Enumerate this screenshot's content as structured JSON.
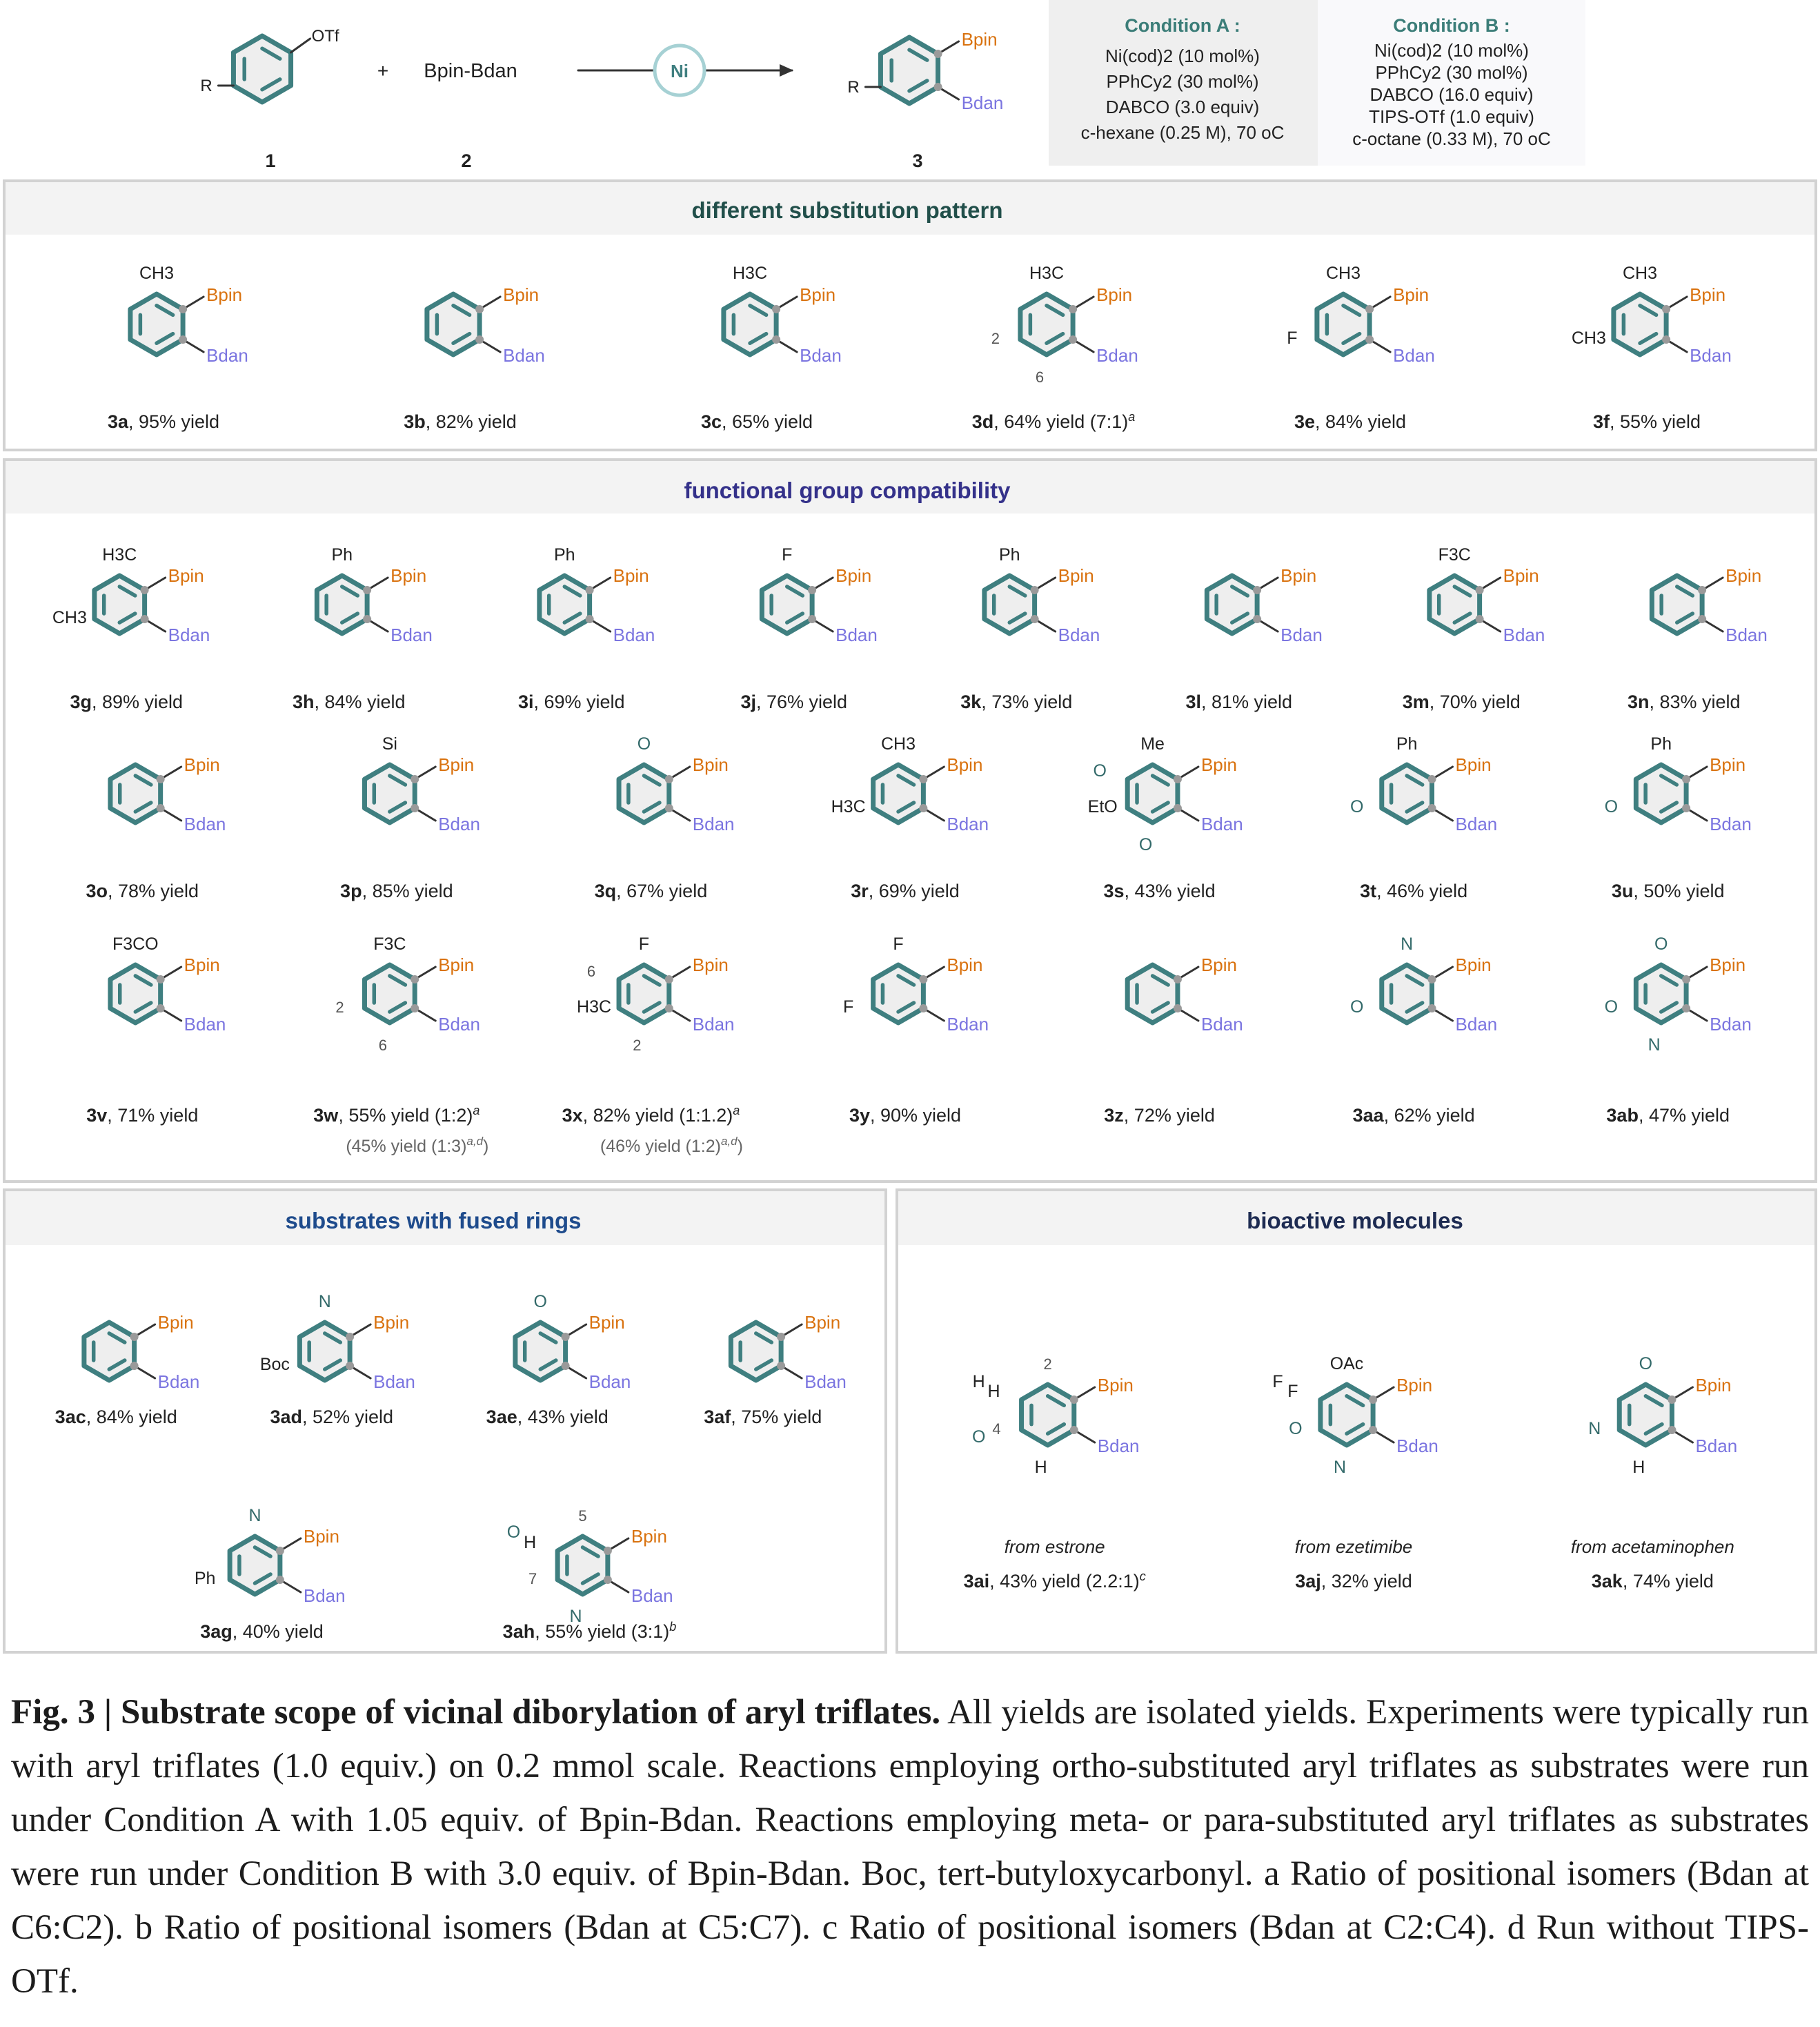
{
  "colors": {
    "ring": "#3f7f80",
    "bpin": "#d9720f",
    "bdan": "#7b75e0",
    "cond_a_title": "#3b7d78",
    "cond_b_title": "#3b7d78",
    "sec1_title": "#214f4a",
    "sec2_title": "#34318a",
    "sec3_title": "#1e4b8c",
    "sec4_title": "#1d2b52"
  },
  "scheme": {
    "sm_label": "1",
    "sm_sub": "R",
    "sm_group": "OTf",
    "plus": "+",
    "reagent": "Bpin-Bdan",
    "reagent_label": "2",
    "catalyst": "Ni",
    "product_label": "3",
    "product_sub": "R",
    "product_bpin": "Bpin",
    "product_bdan": "Bdan",
    "cond_a": {
      "title": "Condition A :",
      "lines": [
        "Ni(cod)2 (10 mol%)",
        "PPhCy2 (30 mol%)",
        "DABCO (3.0 equiv)",
        "c-hexane (0.25 M), 70 oC"
      ]
    },
    "cond_b": {
      "title": "Condition B :",
      "lines": [
        "Ni(cod)2 (10 mol%)",
        "PPhCy2 (30 mol%)",
        "DABCO (16.0 equiv)",
        "TIPS-OTf (1.0 equiv)",
        "c-octane (0.33 M), 70 oC"
      ]
    }
  },
  "sections": {
    "s1": "different substitution pattern",
    "s2": "functional group compatibility",
    "s3": "substrates with fused rings",
    "s4": "bioactive molecules"
  },
  "common": {
    "bpin": "Bpin",
    "bdan": "Bdan",
    "yield_word": "yield"
  },
  "s1_items": [
    {
      "id": "3a",
      "yield": "95% yield",
      "subs": [
        "CH3"
      ]
    },
    {
      "id": "3b",
      "yield": "82% yield",
      "subs": []
    },
    {
      "id": "3c",
      "yield": "65% yield",
      "subs": [
        "H3C"
      ]
    },
    {
      "id": "3d",
      "yield": "64% yield (7:1)",
      "note": "a",
      "subs": [
        "H3C",
        "2",
        "6"
      ]
    },
    {
      "id": "3e",
      "yield": "84% yield",
      "subs": [
        "CH3",
        "F"
      ]
    },
    {
      "id": "3f",
      "yield": "55% yield",
      "subs": [
        "CH3",
        "CH3"
      ]
    }
  ],
  "s2_row1": [
    {
      "id": "3g",
      "yield": "89% yield",
      "subs": [
        "H3C",
        "CH3"
      ]
    },
    {
      "id": "3h",
      "yield": "84% yield",
      "subs": [
        "Ph"
      ]
    },
    {
      "id": "3i",
      "yield": "69% yield",
      "subs": [
        "Ph"
      ]
    },
    {
      "id": "3j",
      "yield": "76% yield",
      "subs": [
        "F"
      ]
    },
    {
      "id": "3k",
      "yield": "73% yield",
      "subs": [
        "Ph"
      ]
    },
    {
      "id": "3l",
      "yield": "81% yield",
      "subs": []
    },
    {
      "id": "3m",
      "yield": "70% yield",
      "subs": [
        "F3C"
      ]
    },
    {
      "id": "3n",
      "yield": "83% yield",
      "subs": []
    }
  ],
  "s2_row2": [
    {
      "id": "3o",
      "yield": "78% yield",
      "subs": []
    },
    {
      "id": "3p",
      "yield": "85% yield",
      "subs": [
        "Si"
      ]
    },
    {
      "id": "3q",
      "yield": "67% yield",
      "subs": [
        "O"
      ]
    },
    {
      "id": "3r",
      "yield": "69% yield",
      "subs": [
        "CH3",
        "H3C"
      ]
    },
    {
      "id": "3s",
      "yield": "43% yield",
      "subs": [
        "Me",
        "EtO",
        "O",
        "O"
      ]
    },
    {
      "id": "3t",
      "yield": "46% yield",
      "subs": [
        "Ph",
        "O"
      ]
    },
    {
      "id": "3u",
      "yield": "50% yield",
      "subs": [
        "Ph",
        "O"
      ]
    }
  ],
  "s2_row3": [
    {
      "id": "3v",
      "yield": "71% yield",
      "subs": [
        "F3CO"
      ]
    },
    {
      "id": "3w",
      "yield": "55% yield (1:2)",
      "note": "a",
      "extra": "(45% yield (1:3)",
      "extra_note": "a,d",
      "extra_close": ")",
      "subs": [
        "F3C",
        "2",
        "6"
      ]
    },
    {
      "id": "3x",
      "yield": "82% yield (1:1.2)",
      "note": "a",
      "extra": "(46% yield (1:2)",
      "extra_note": "a,d",
      "extra_close": ")",
      "subs": [
        "F",
        "H3C",
        "2",
        "6"
      ]
    },
    {
      "id": "3y",
      "yield": "90% yield",
      "subs": [
        "F",
        "F"
      ]
    },
    {
      "id": "3z",
      "yield": "72% yield",
      "subs": []
    },
    {
      "id": "3aa",
      "yield": "62% yield",
      "subs": [
        "N",
        "O"
      ]
    },
    {
      "id": "3ab",
      "yield": "47% yield",
      "subs": [
        "O",
        "O",
        "N"
      ]
    }
  ],
  "s3_items": [
    {
      "id": "3ac",
      "yield": "84% yield",
      "subs": []
    },
    {
      "id": "3ad",
      "yield": "52% yield",
      "subs": [
        "N",
        "Boc"
      ]
    },
    {
      "id": "3ae",
      "yield": "43% yield",
      "subs": [
        "O"
      ]
    },
    {
      "id": "3af",
      "yield": "75% yield",
      "subs": []
    },
    {
      "id": "3ag",
      "yield": "40% yield",
      "subs": [
        "N",
        "Ph"
      ]
    },
    {
      "id": "3ah",
      "yield": "55% yield (3:1)",
      "note": "b",
      "subs": [
        "5",
        "7",
        "N",
        "H",
        "O"
      ]
    }
  ],
  "s4_items": [
    {
      "id": "3ai",
      "yield": "43% yield (2.2:1)",
      "note": "c",
      "from": "from estrone",
      "subs": [
        "2",
        "4",
        "H",
        "H",
        "H",
        "O"
      ]
    },
    {
      "id": "3aj",
      "yield": "32% yield",
      "from": "from ezetimibe",
      "subs": [
        "OAc",
        "O",
        "N",
        "F",
        "F"
      ]
    },
    {
      "id": "3ak",
      "yield": "74% yield",
      "from": "from acetaminophen",
      "subs": [
        "O",
        "N",
        "H"
      ]
    }
  ],
  "caption": {
    "fig": "Fig. 3",
    "sep": "|",
    "title": "Substrate scope of vicinal diborylation of aryl triflates.",
    "body": "All yields are isolated yields. Experiments were typically run with aryl triflates (1.0 equiv.) on 0.2 mmol scale. Reactions employing ortho-substituted aryl triflates as substrates were run under Condition A with 1.05 equiv. of Bpin-Bdan. Reactions employing meta- or para-substituted aryl triflates as substrates were run under Condition B with 3.0 equiv. of Bpin-Bdan. Boc, tert-butyloxycarbonyl. a Ratio of positional isomers (Bdan at C6:C2). b Ratio of positional isomers (Bdan at C5:C7). c Ratio of positional isomers (Bdan at C2:C4). d Run without TIPS-OTf."
  }
}
